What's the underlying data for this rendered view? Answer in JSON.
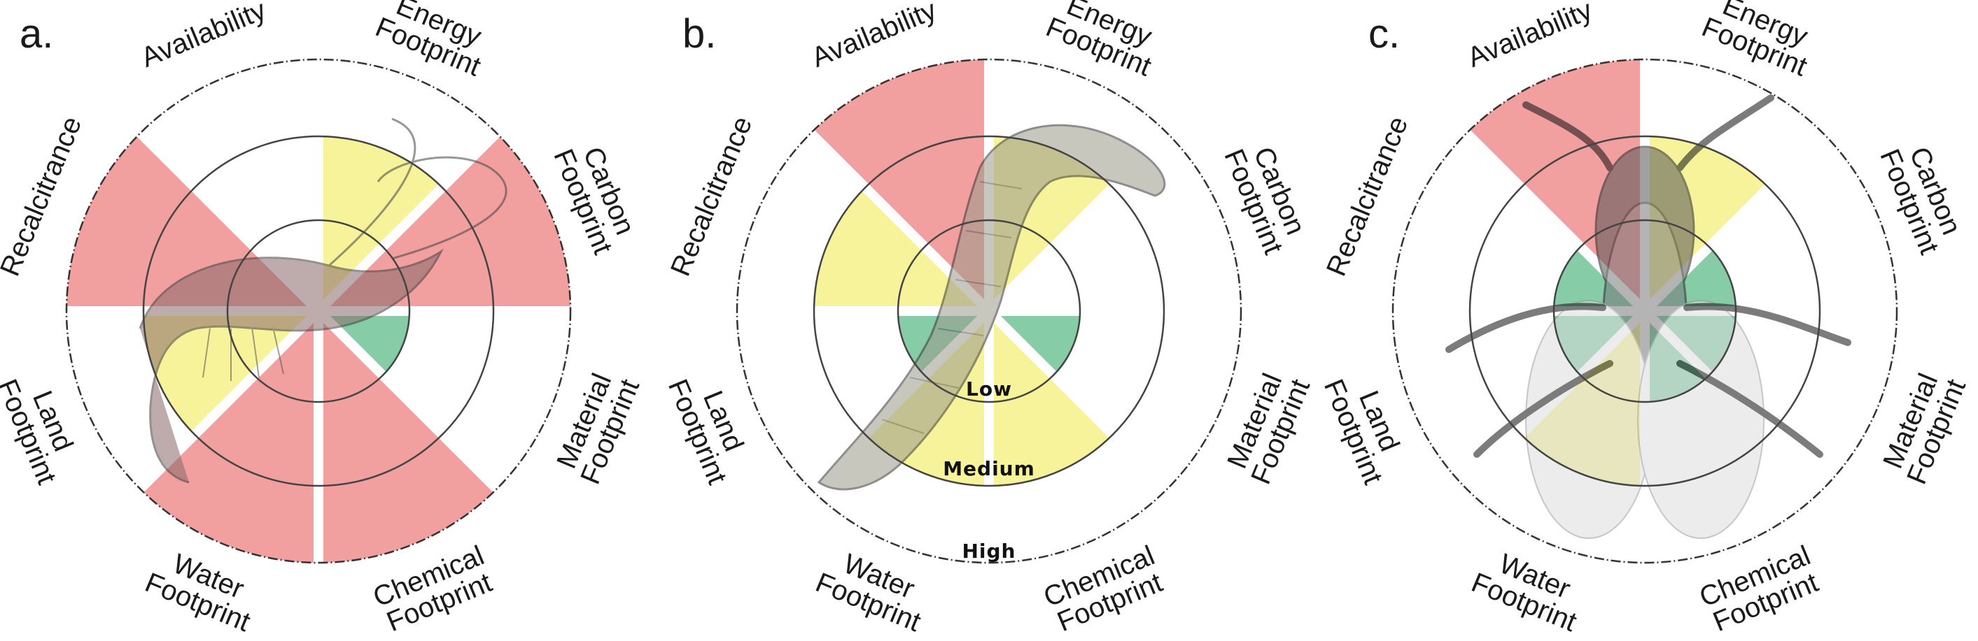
{
  "colors": {
    "low": "#5dbb8a",
    "medium": "#f3ef7a",
    "high": "#ee7f7f"
  },
  "axes": [
    "Energy Footprint",
    "Carbon Footprint",
    "Material Footprint",
    "Chemical Footprint",
    "Water Footprint",
    "Land Footprint",
    "Recalcitrance",
    "Availability"
  ],
  "levels": [
    "Low",
    "Medium",
    "High"
  ],
  "panels": [
    {
      "label": "a.",
      "organism_icon": "shrimp-icon",
      "ratings": [
        "medium",
        "high",
        "low",
        "high",
        "high",
        "medium",
        "high",
        "none"
      ]
    },
    {
      "label": "b.",
      "organism_icon": "mealworm-icon",
      "ratings": [
        "medium",
        "none",
        "low",
        "medium",
        "medium",
        "low",
        "medium",
        "high"
      ]
    },
    {
      "label": "c.",
      "organism_icon": "fly-icon",
      "ratings": [
        "medium",
        "low",
        "low",
        "low",
        "medium",
        "low",
        "low",
        "high"
      ]
    }
  ]
}
